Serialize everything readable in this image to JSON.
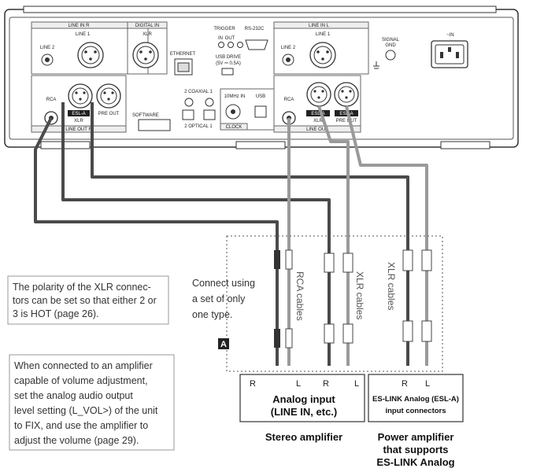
{
  "device": {
    "line_in_r": "LINE IN  R",
    "line_in_l": "LINE IN  L",
    "line1": "LINE 1",
    "line2": "LINE 2",
    "digital_in": "DIGITAL IN",
    "xlr": "XLR",
    "ethernet": "ETHERNET",
    "trigger": "TRIGGER",
    "trig_in": "IN",
    "trig_out": "OUT",
    "rs232c": "RS-232C",
    "usb_drive": "USB DRIVE",
    "usb_drive_spec": "(5V ⎓ 0.5A)",
    "coaxial": "2   COAXIAL   1",
    "optical": "2   OPTICAL   1",
    "clock_in": "10MHz IN",
    "usb": "USB",
    "clock": "CLOCK",
    "software": "SOFTWARE",
    "rca": "RCA",
    "esl_a": "ESL-A",
    "pre_out": "PRE OUT",
    "line_out_r": "LINE OUT  R",
    "line_out": "LINE OUT",
    "signal_gnd": "SIGNAL",
    "signal_gnd2": "GND",
    "ac_in": "~IN"
  },
  "notes": {
    "polarity": [
      "The polarity of the XLR connec-",
      "tors can be set so that either 2 or",
      "3 is HOT (page 26)."
    ],
    "volume": [
      "When connected to an amplifier",
      "capable of volume adjustment,",
      "set the analog audio output",
      "level setting (L_VOL>) of the unit",
      "to FIX, and use the amplifier to",
      "adjust the volume (page 29)."
    ],
    "connect": [
      "Connect using",
      "a set of only",
      "one type."
    ]
  },
  "cables": {
    "rca": "RCA cables",
    "xlr1": "XLR cables",
    "xlr2": "XLR cables"
  },
  "marker": "A",
  "stereo_amp": {
    "r": "R",
    "l": "L",
    "r2": "R",
    "l2": "L",
    "input_line1": "Analog input",
    "input_line2": "(LINE IN, etc.)",
    "caption": "Stereo amplifier"
  },
  "power_amp": {
    "r": "R",
    "l": "L",
    "input_line1": "ES-LINK Analog (ESL-A)",
    "input_line2": "input connectors",
    "caption1": "Power amplifier",
    "caption2": "that supports",
    "caption3": "ES-LINK Analog"
  }
}
